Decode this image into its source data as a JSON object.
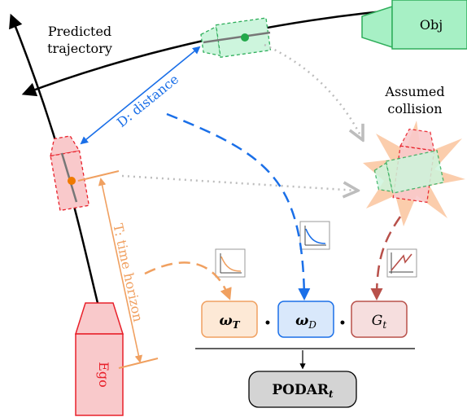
{
  "labels": {
    "predicted_trajectory_line1": "Predicted",
    "predicted_trajectory_line2": "trajectory",
    "obj": "Obj",
    "ego": "Ego",
    "distance": "D: distance",
    "time_horizon": "T: time horizon",
    "assumed_collision_line1": "Assumed",
    "assumed_collision_line2": "collision"
  },
  "formula": {
    "omega_t_base": "ω",
    "omega_t_sub": "T",
    "omega_d_base": "ω",
    "omega_d_sub": "D",
    "g_base": "G",
    "g_sub": "t",
    "dot": "•",
    "podar_base": "PODAR",
    "podar_sub": "t"
  },
  "colors": {
    "ego": "#e8202a",
    "ego_fill": "#f9c9cb",
    "obj_stroke": "#2fae5b",
    "obj_fill": "#a7f0c5",
    "distance": "#1a6fe8",
    "time": "#f0a060",
    "collision_arrow": "#b8504a",
    "omega_t_fill": "#fde9d6",
    "omega_d_fill": "#d9e8fb",
    "g_fill": "#f6dede",
    "podar_fill": "#d4d4d4",
    "trajectory": "#000000",
    "dotted": "#bdbdbd"
  },
  "icons": [
    "decay-curve-icon",
    "decay-curve-icon",
    "increasing-line-icon"
  ]
}
